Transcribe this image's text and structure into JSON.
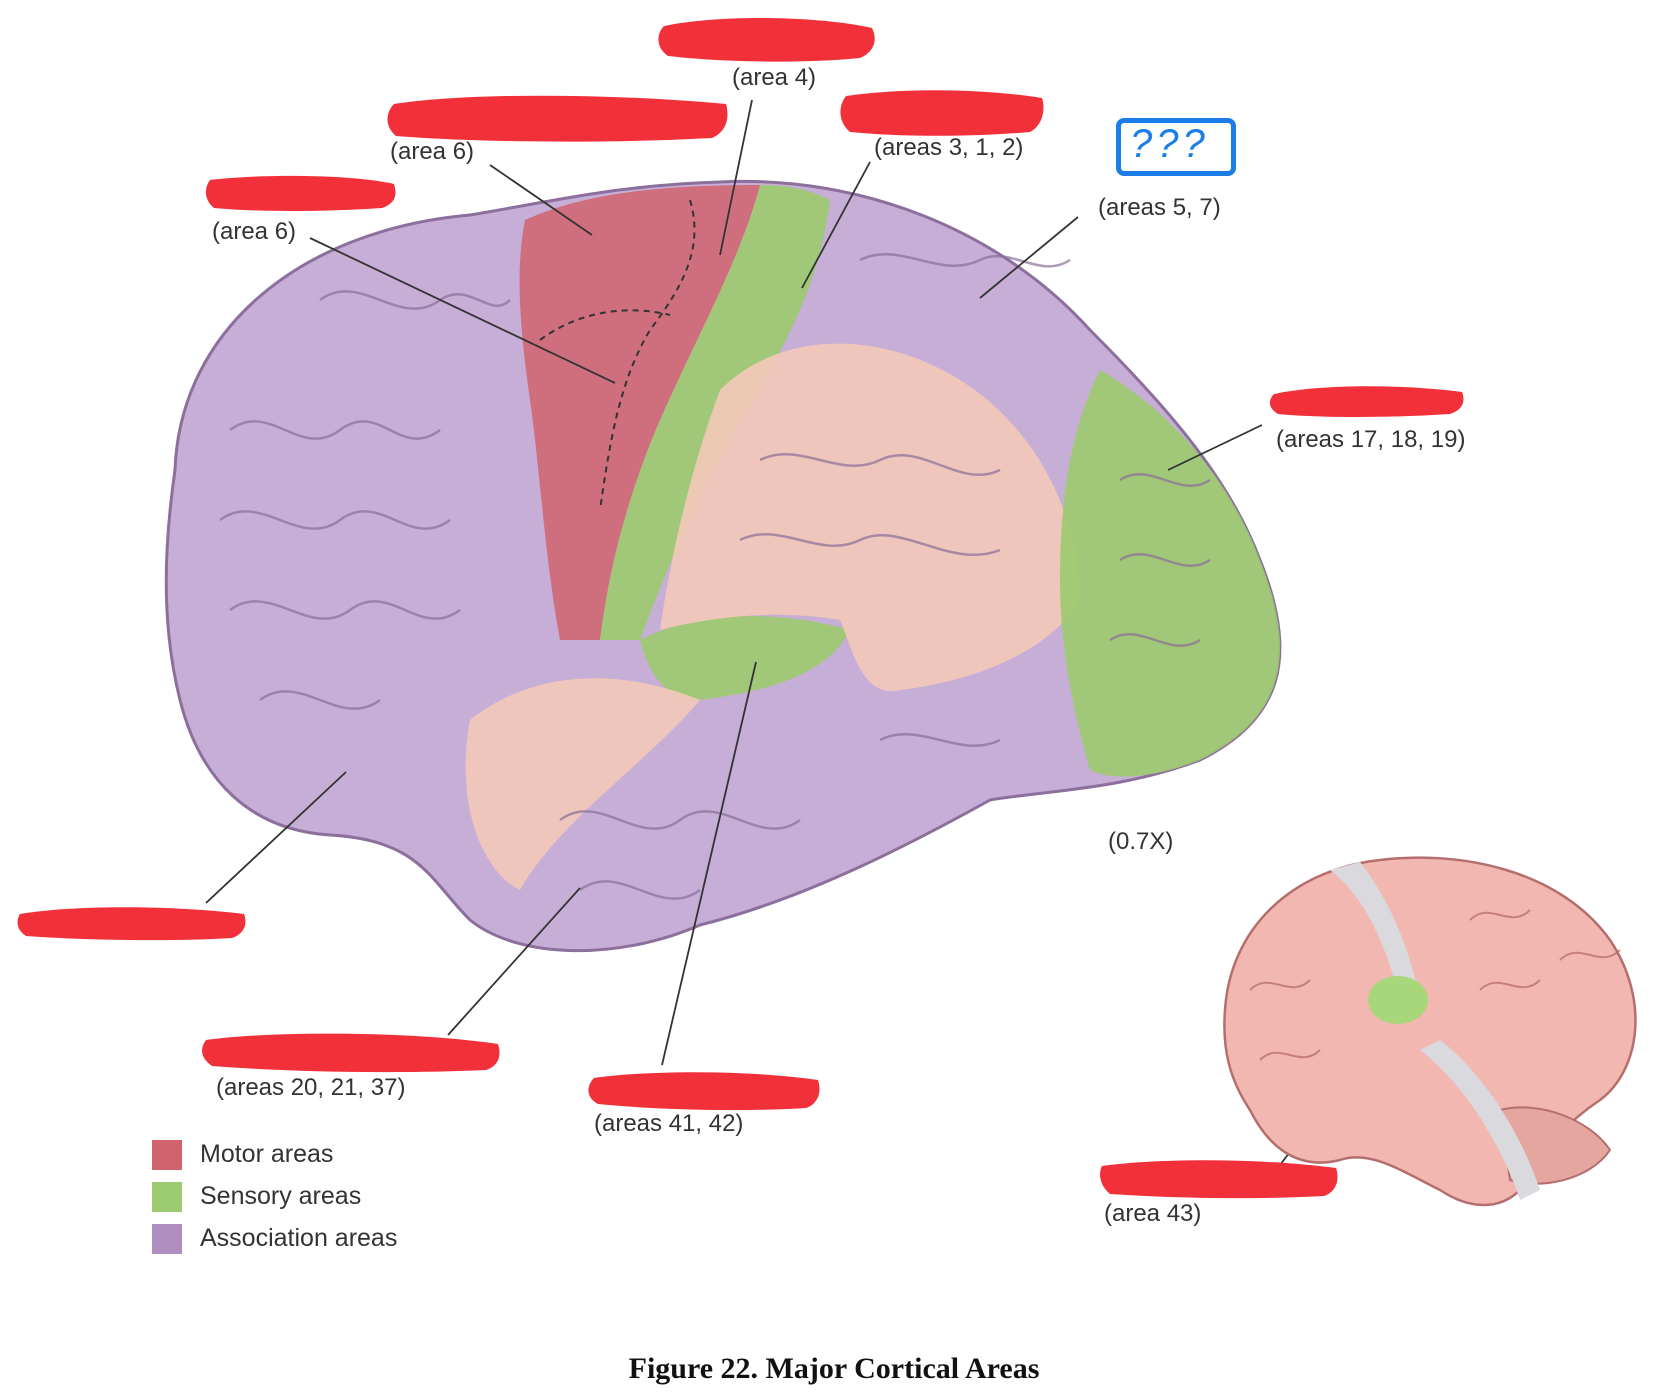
{
  "labels": {
    "area4": "(area 4)",
    "area6_top": "(area 6)",
    "area6_left": "(area 6)",
    "areas312": "(areas 3, 1, 2)",
    "areas57": "(areas 5, 7)",
    "areas171819": "(areas 17, 18, 19)",
    "scale": "(0.7X)",
    "areas202137": "(areas 20, 21, 37)",
    "areas4142": "(areas 41, 42)",
    "area43": "(area 43)"
  },
  "annotation": {
    "question": "???"
  },
  "legend": [
    {
      "label": "Motor areas",
      "color": "#d0636c"
    },
    {
      "label": "Sensory areas",
      "color": "#9cca6e"
    },
    {
      "label": "Association areas",
      "color": "#b08fc0"
    }
  ],
  "caption": "Figure 22.  Major Cortical Areas",
  "colors": {
    "motor": "#d0636c",
    "sensory": "#9cca6e",
    "association": "#b08fc0",
    "redaction": "#f2303a",
    "annotation_blue": "#1a7de8"
  }
}
